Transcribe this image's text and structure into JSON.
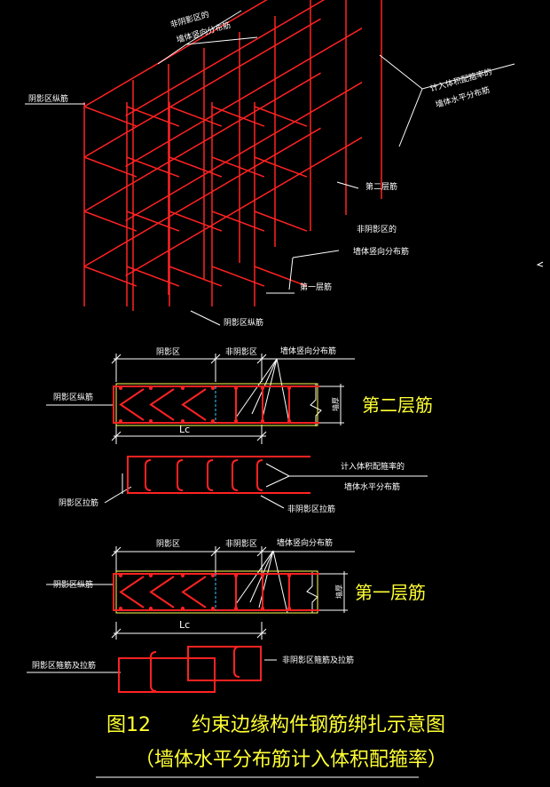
{
  "colors": {
    "background": "#000000",
    "rebar": "#ff2222",
    "dimension": "#ffffff",
    "title": "#ffff33",
    "stirrup_shadow": "#ffff55",
    "center_line": "#33ccff"
  },
  "iso": {
    "label_non_shadow_vertical_top": [
      "非阴影区的",
      "墙体竖向分布筋"
    ],
    "label_counted_horizontal": [
      "计入体积配箍率的",
      "墙体水平分布筋"
    ],
    "label_shadow_longitudinal": "阴影区纵筋",
    "label_second_layer": "第二层筋",
    "label_non_shadow_vertical_right": [
      "非阴影区的",
      "墙体竖向分布筋"
    ],
    "label_first_layer": "第一层筋",
    "label_shadow_longitudinal_bottom": "阴影区纵筋"
  },
  "plan2": {
    "dim_shadow": "阴影区",
    "dim_non_shadow": "非阴影区",
    "label_wall_vertical": "墙体竖向分布筋",
    "label_shadow_longitudinal": "阴影区纵筋",
    "dim_lc": "Lc",
    "wall_thickness": "墙厚",
    "layer_title": "第二层筋",
    "label_shadow_ties": "阴影区拉筋",
    "label_counted_horizontal": [
      "计入体积配箍率的",
      "墙体水平分布筋"
    ],
    "label_non_shadow_ties": "非阴影区拉筋"
  },
  "plan1": {
    "dim_shadow": "阴影区",
    "dim_non_shadow": "非阴影区",
    "label_wall_vertical": "墙体竖向分布筋",
    "label_shadow_longitudinal": "阴影区纵筋",
    "dim_lc": "Lc",
    "wall_thickness": "墙厚",
    "layer_title": "第一层筋",
    "label_shadow_stirrup_ties": "阴影区箍筋及拉筋",
    "label_non_shadow_stirrup_ties": "非阴影区箍筋及拉筋"
  },
  "title": {
    "figure_no": "图12",
    "main": "约束边缘构件钢筋绑扎示意图",
    "sub": "（墙体水平分布筋计入体积配箍率）"
  }
}
